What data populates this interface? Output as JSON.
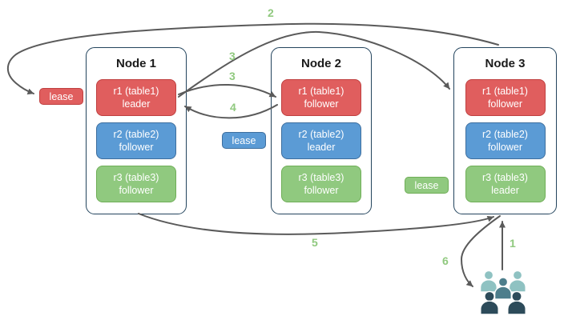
{
  "nodes": [
    {
      "title": "Node 1",
      "replicas": [
        {
          "name": "r1 (table1)",
          "role": "leader"
        },
        {
          "name": "r2 (table2)",
          "role": "follower"
        },
        {
          "name": "r3 (table3)",
          "role": "follower"
        }
      ]
    },
    {
      "title": "Node 2",
      "replicas": [
        {
          "name": "r1 (table1)",
          "role": "follower"
        },
        {
          "name": "r2 (table2)",
          "role": "leader"
        },
        {
          "name": "r3 (table3)",
          "role": "follower"
        }
      ]
    },
    {
      "title": "Node 3",
      "replicas": [
        {
          "name": "r1 (table1)",
          "role": "follower"
        },
        {
          "name": "r2 (table2)",
          "role": "follower"
        },
        {
          "name": "r3 (table3)",
          "role": "leader"
        }
      ]
    }
  ],
  "leases": [
    {
      "label": "lease",
      "color": "#e05e5e"
    },
    {
      "label": "lease",
      "color": "#5b9bd5"
    },
    {
      "label": "lease",
      "color": "#90c97f"
    }
  ],
  "steps": {
    "s1": "1",
    "s2": "2",
    "s3a": "3",
    "s3b": "3",
    "s4": "4",
    "s5": "5",
    "s6": "6"
  },
  "colors": {
    "replica_red": "#e05e5e",
    "replica_red_border": "#bf4040",
    "replica_blue": "#5b9bd5",
    "replica_blue_border": "#3d6e9e",
    "replica_green": "#90c97f",
    "replica_green_border": "#6fae57",
    "node_border": "#23445d",
    "arrow": "#5a5a5a",
    "step_label": "#90c97f",
    "users_light": "#8fc2c2",
    "users_mid": "#4d7e8c",
    "users_dark": "#2d4b5a"
  }
}
